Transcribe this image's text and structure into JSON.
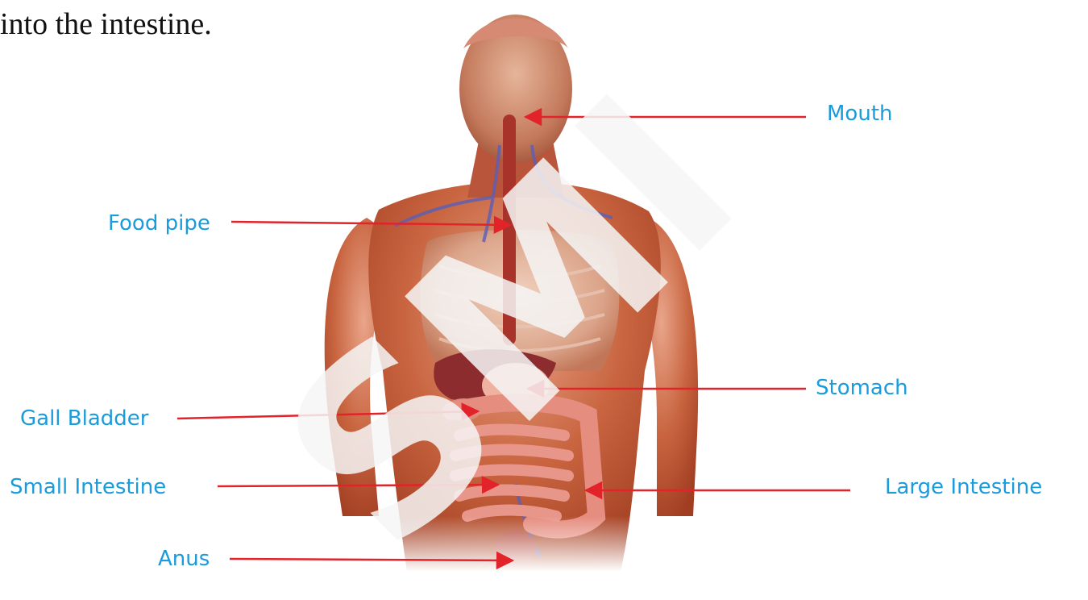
{
  "intro_text": "into the intestine.",
  "watermark_text": "SMI",
  "colors": {
    "label_text": "#1a9bdc",
    "leader_line": "#e2232a",
    "body_text": "#111111",
    "watermark": "#f6f6f6"
  },
  "labels": {
    "mouth": "Mouth",
    "food_pipe": "Food pipe",
    "stomach": "Stomach",
    "gall_bladder": "Gall Bladder",
    "small_intestine": "Small Intestine",
    "large_intestine": "Large Intestine",
    "anus": "Anus"
  }
}
